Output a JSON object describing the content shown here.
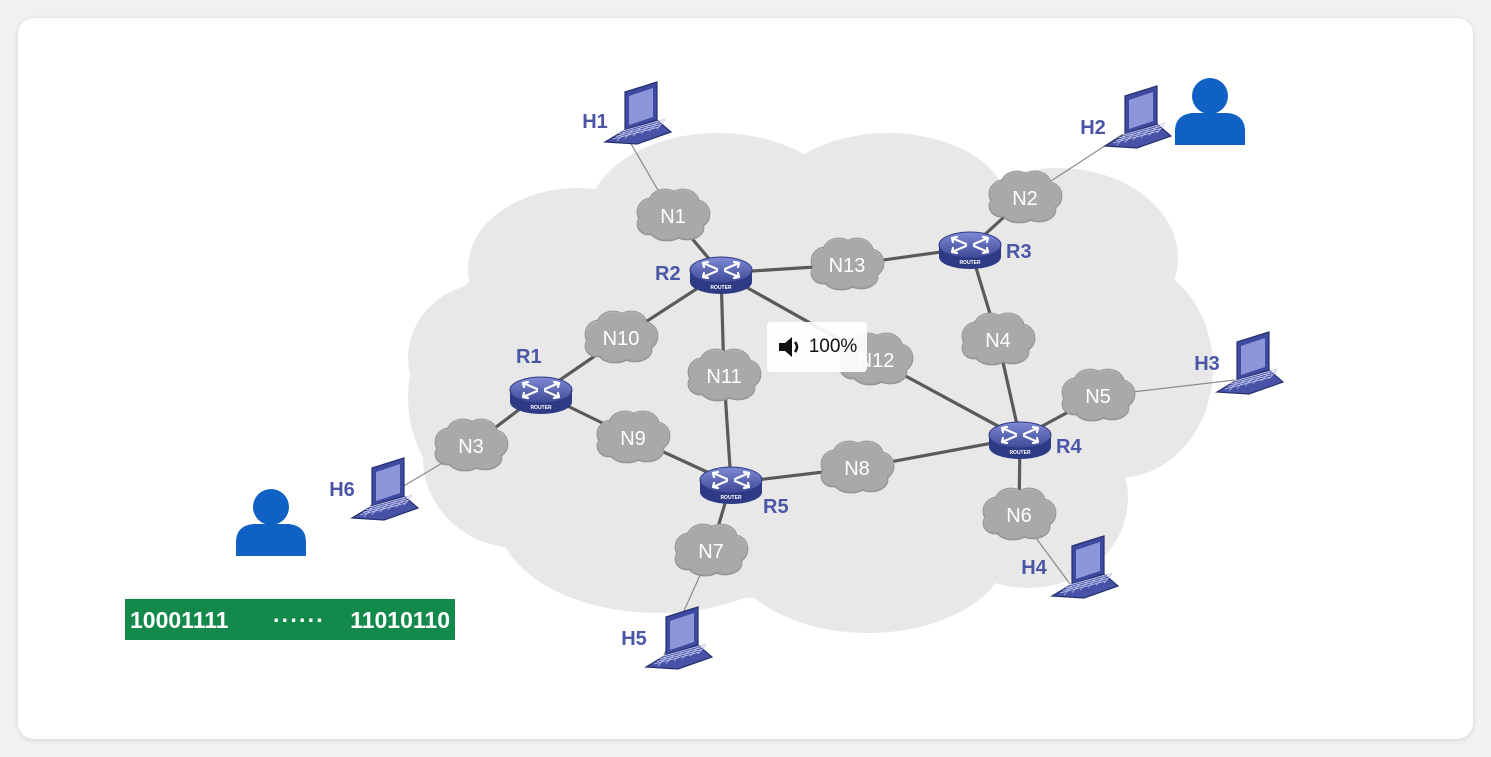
{
  "routers": [
    {
      "id": "R1",
      "label": "R1",
      "tag": "ROUTER"
    },
    {
      "id": "R2",
      "label": "R2",
      "tag": "ROUTER"
    },
    {
      "id": "R3",
      "label": "R3",
      "tag": "ROUTER"
    },
    {
      "id": "R4",
      "label": "R4",
      "tag": "ROUTER"
    },
    {
      "id": "R5",
      "label": "R5",
      "tag": "ROUTER"
    }
  ],
  "networks": [
    {
      "id": "N1",
      "label": "N1"
    },
    {
      "id": "N2",
      "label": "N2"
    },
    {
      "id": "N3",
      "label": "N3"
    },
    {
      "id": "N4",
      "label": "N4"
    },
    {
      "id": "N5",
      "label": "N5"
    },
    {
      "id": "N6",
      "label": "N6"
    },
    {
      "id": "N7",
      "label": "N7"
    },
    {
      "id": "N8",
      "label": "N8"
    },
    {
      "id": "N9",
      "label": "N9"
    },
    {
      "id": "N10",
      "label": "N10"
    },
    {
      "id": "N11",
      "label": "N11"
    },
    {
      "id": "N12",
      "label": "N12"
    },
    {
      "id": "N13",
      "label": "N13"
    }
  ],
  "hosts": [
    {
      "id": "H1",
      "label": "H1"
    },
    {
      "id": "H2",
      "label": "H2"
    },
    {
      "id": "H3",
      "label": "H3"
    },
    {
      "id": "H4",
      "label": "H4"
    },
    {
      "id": "H5",
      "label": "H5"
    },
    {
      "id": "H6",
      "label": "H6"
    }
  ],
  "links": [
    [
      "H1",
      "N1"
    ],
    [
      "N1",
      "R2"
    ],
    [
      "R2",
      "N13"
    ],
    [
      "N13",
      "R3"
    ],
    [
      "R3",
      "N2"
    ],
    [
      "N2",
      "H2"
    ],
    [
      "R2",
      "N10"
    ],
    [
      "N10",
      "R1"
    ],
    [
      "R2",
      "N11"
    ],
    [
      "N11",
      "R5"
    ],
    [
      "R2",
      "N12"
    ],
    [
      "N12",
      "R4"
    ],
    [
      "R3",
      "N4"
    ],
    [
      "N4",
      "R4"
    ],
    [
      "R4",
      "N5"
    ],
    [
      "N5",
      "H3"
    ],
    [
      "R4",
      "N6"
    ],
    [
      "N6",
      "H4"
    ],
    [
      "R4",
      "N8"
    ],
    [
      "N8",
      "R5"
    ],
    [
      "R5",
      "N9"
    ],
    [
      "N9",
      "R1"
    ],
    [
      "R1",
      "N3"
    ],
    [
      "N3",
      "H6"
    ],
    [
      "R5",
      "N7"
    ],
    [
      "N7",
      "H5"
    ]
  ],
  "volume_indicator": {
    "icon": "speaker-icon",
    "level": "100%"
  },
  "bitstream": {
    "start": "10001111",
    "ellipsis": "······",
    "end": "11010110"
  },
  "colors": {
    "router": "#4a55a6",
    "network_cloud": "#a9a9a9",
    "backdrop_cloud": "#e6e6e6",
    "host": "#3d4aa0",
    "user": "#0f62c4",
    "bitstream": "#138a4b",
    "link": "#5a5a5a"
  }
}
